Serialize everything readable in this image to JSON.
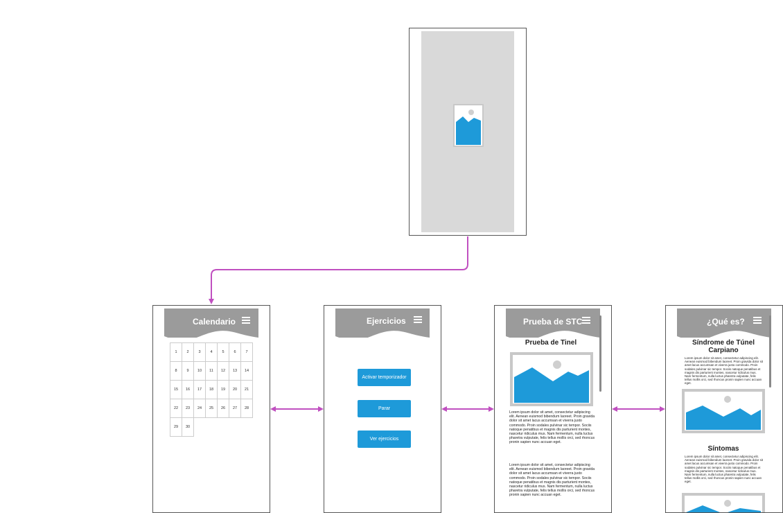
{
  "calendar": {
    "title": "Calendario",
    "days": [
      "1",
      "2",
      "3",
      "4",
      "5",
      "6",
      "7",
      "8",
      "9",
      "10",
      "11",
      "12",
      "13",
      "14",
      "15",
      "16",
      "17",
      "18",
      "19",
      "20",
      "21",
      "22",
      "23",
      "24",
      "25",
      "26",
      "27",
      "28",
      "29",
      "30"
    ]
  },
  "ejercicios": {
    "title": "Ejercicios",
    "buttons": [
      "Activar temporizador",
      "Parar",
      "Ver ejercicios"
    ]
  },
  "prueba": {
    "title": "Prueba de STC",
    "subtitle": "Prueba de Tinel",
    "paragraph1": "Lorem ipsum dolor sit amet, consectetur adipiscing elit. Aenean euismod bibendum laoreet. Proin gravida dolor sit amet lacus accumsan et viverra justo commodo. Proin sodales pulvinar sic tempor. Sociis natoque penatibus et magnis dis parturient montes, nascetur ridiculus mus. Nam fermentum, nulla luctus pharetra vulputate, felis tellus mollis orci, sed rhoncus pronin sapien nunc accuan eget.",
    "paragraph2": "Lorem ipsum dolor sit amet, consectetur adipiscing elit. Aenean euismod bibendum laoreet. Proin gravida dolor sit amet lacus accumsan et viverra justo commodo. Proin sodales pulvinar sic tempor. Sociis natoque penatibus et magnis dis parturient montes, nascetur ridiculus mus. Nam fermentum, nulla luctus pharetra vulputate, felis tellus mollis orci, sed rhoncus pronin sapien nunc accuan eget."
  },
  "que_es": {
    "title": "¿Qué es?",
    "heading": "Síndrome de Túnel Carpiano",
    "paragraph1": "Lorem ipsum dolor sit amet, consectetur adipiscing elit. Aenean euismod bibendum laoreet. Proin gravida dolor sit amet lacus accumsan et viverra justo commodo. Proin sodales pulvinar sic tempor. Sociis natoque penatibus et magnis dis parturient montes, nascetur ridiculus mus. Nam fermentum, nulla luctus pharetra vulputate, felis tellus mollis orci, sed rhoncus pronin sapien nunc accuan eget.",
    "symptoms_heading": "Síntomas",
    "paragraph2": "Lorem ipsum dolor sit amet, consectetur adipiscing elit. Aenean euismod bibendum laoreet. Proin gravida dolor sit amet lacus accumsan et viverra justo commodo. Proin sodales pulvinar sic tempor. Sociis natoque penatibus et magnis dis parturient montes, nascetur ridiculus mus. Nam fermentum, nulla luctus pharetra vulputate, felis tellus mollis orci, sed rhoncus pronin sapien nunc accuan eget."
  },
  "colors": {
    "header_gray": "#9b9b9b",
    "button_blue": "#1e9ad9",
    "connector_magenta": "#c04fc0",
    "splash_bg": "#d9d9d9"
  },
  "icons": [
    "image-placeholder-icon",
    "hamburger-menu-icon"
  ]
}
